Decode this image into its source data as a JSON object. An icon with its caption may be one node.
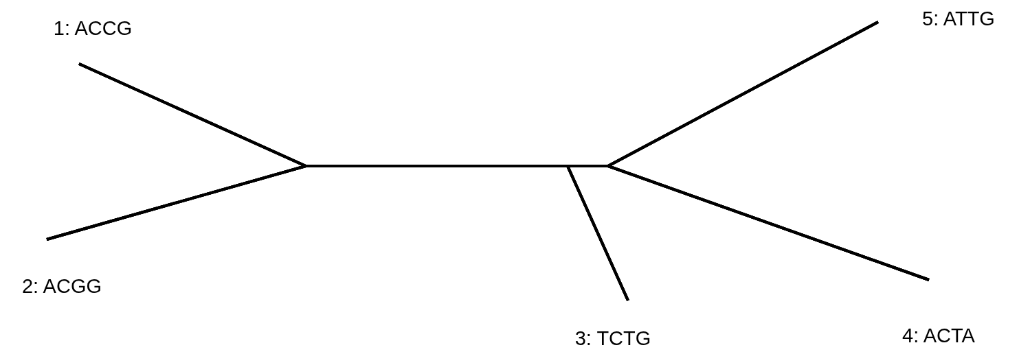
{
  "diagram": {
    "nodes": [
      {
        "text": [
          "1: ACCG"
        ]
      },
      {
        "text": [
          "2: ACGG"
        ]
      },
      {
        "text": [
          "3: TCTG"
        ]
      },
      {
        "text": [
          "4: ACTA"
        ]
      },
      {
        "text": [
          "5: ATTG"
        ]
      }
    ],
    "edges": [
      {
        "from": 0,
        "to": 1,
        "arrow": "none"
      },
      {
        "from": 0,
        "to": 2,
        "arrow": "none"
      },
      {
        "from": 0,
        "to": 3,
        "arrow": "none"
      },
      {
        "from": 0,
        "to": 4,
        "arrow": "none"
      },
      {
        "from": 1,
        "to": 2,
        "arrow": "none"
      },
      {
        "from": 1,
        "to": 3,
        "arrow": "none"
      },
      {
        "from": 1,
        "to": 4,
        "arrow": "none"
      },
      {
        "from": 2,
        "to": 3,
        "arrow": "none"
      },
      {
        "from": 2,
        "to": 4,
        "arrow": "none"
      },
      {
        "from": 3,
        "to": 4,
        "arrow": "none"
      }
    ]
  }
}
